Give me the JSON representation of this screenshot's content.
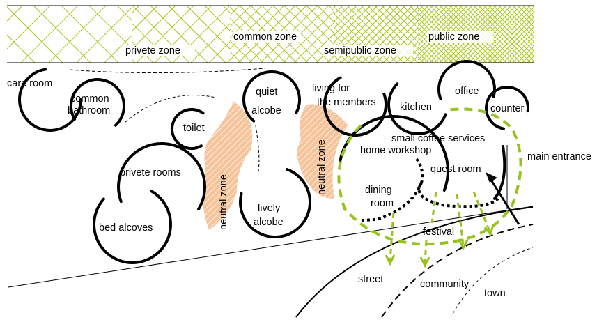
{
  "zones": {
    "private": "privete   zone",
    "common": "common   zone",
    "semipublic": "semipublic   zone",
    "public": "public   zone"
  },
  "rooms": {
    "care_room": "care   room",
    "common_bathroom_1": "common",
    "common_bathroom_2": "bathroom",
    "quiet_1": "quiet",
    "quiet_2": "alcobe",
    "living_1": "living   for",
    "living_2": "the   members",
    "kitchen": "kitchen",
    "office": "office",
    "counter": "counter",
    "toilet": "toilet",
    "small_coffee": "small   coffee   services",
    "home_workshop": "home   workshop",
    "main_entrance": "main   entrance",
    "private_rooms": "privete   rooms",
    "quest_room": "quest   room",
    "dining_1": "dining",
    "dining_2": "room",
    "lively_1": "lively",
    "lively_2": "alcobe",
    "bed_alcoves": "bed   alcoves",
    "neutral_zone_1": "neutral   zone",
    "neutral_zone_2": "neutral   zone"
  },
  "outside": {
    "festival": "festival",
    "street": "street",
    "community": "community",
    "town": "town"
  },
  "colors": {
    "hatch": "#a8c81e",
    "neutral": "#f5c49a",
    "flow": "#96c31e"
  }
}
